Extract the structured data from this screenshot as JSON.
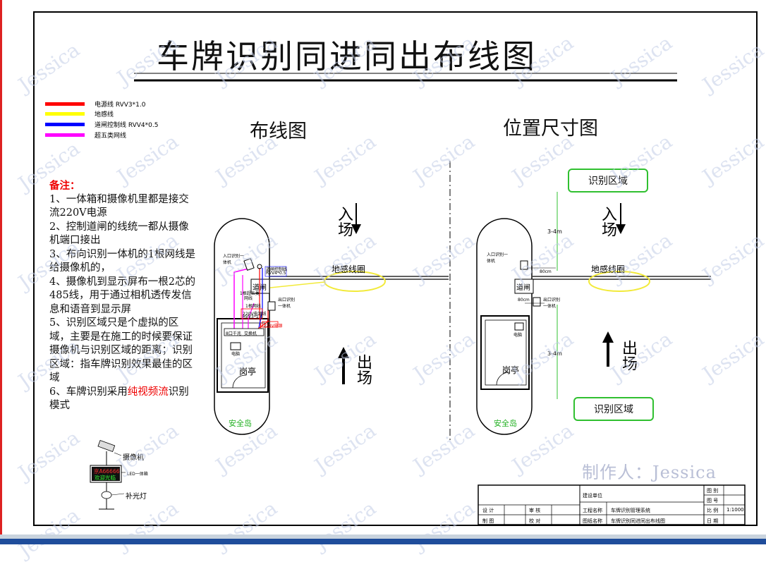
{
  "title": "车牌识别同进同出布线图",
  "legend": [
    {
      "color": "#ff0000",
      "label": "电源线 RVV3*1.0"
    },
    {
      "color": "#ffff00",
      "label": "地感线"
    },
    {
      "color": "#0000ff",
      "label": "道闸控制线 RVV4*0.5"
    },
    {
      "color": "#ff00ff",
      "label": "超五类网线"
    }
  ],
  "notes": {
    "heading": "备注：",
    "items": [
      "1、一体箱和摄像机里都是接交流220V电源",
      "2、控制道闸的线统一都从摄像机端口接出",
      "3、布向识别一体机的1根网线是给摄像机的，",
      "4、摄像机到显示屏布一根2芯的485线，用于通过相机透传发信息和语音到显示屏",
      "5、识别区域只是个虚拟的区域，主要是在施工的时候要保证摄像机与识别区域的距离；识别区域：指车牌识别效果最佳的区域"
    ],
    "item6_prefix": "6、车牌识别采用",
    "item6_highlight": "纯视频流",
    "item6_suffix": "识别模式"
  },
  "wiring_diagram": {
    "title": "布线图",
    "entrance_camera": "入口识别一体机",
    "exit_camera": "出口识别一体机",
    "gate": "道闸",
    "loop": "地感线圈",
    "booth": "岗亭",
    "island": "安全岛",
    "entry": "入场",
    "exit": "出场",
    "label_gate_ctrl": "道闸控制线",
    "label_gate_ctrl_spec": "RVV4*0.5",
    "label_network_1": "1根超五类",
    "label_network_1b": "网线",
    "label_network_2": "1根网线",
    "label_power_a": "220V电源线",
    "label_power_a_spec": "RVV3*1.0",
    "label_power_b": "220V电源",
    "pc": "电脑",
    "switch_a": "8口千兆",
    "switch_b": "交换机"
  },
  "position_diagram": {
    "title": "位置尺寸图",
    "zone_top": "识别区域",
    "zone_bottom": "识别区域",
    "dist_top": "3-4m",
    "dist_bottom": "3-4m",
    "offset_a": "80cm",
    "offset_b": "80cm",
    "entrance_camera": "入口识别一体机",
    "exit_camera": "出口识别一体机",
    "gate": "道闸",
    "loop": "地感线圈",
    "booth": "岗亭",
    "pc": "电脑",
    "island": "安全岛",
    "entry": "入场",
    "exit": "出场"
  },
  "device_illustration": {
    "camera": "摄像机",
    "led": "LED一体箱",
    "light": "补光灯",
    "plate": "京A66666",
    "welcome": "欢迎光临"
  },
  "maker": "制作人：Jessica",
  "watermark": "Jessica",
  "title_block": {
    "build_unit": "建设单位",
    "project_name_label": "工程名称",
    "project_name": "车牌识别管理系统",
    "drawing_name_label": "图纸名称",
    "drawing_name": "车牌识别同进同出布线图",
    "design": "设 计",
    "review": "审 核",
    "draw": "制 图",
    "check": "校 对",
    "drawing_type": "图 别",
    "drawing_no": "图 号",
    "scale_label": "比 例",
    "scale": "1:1000",
    "date": "日 期"
  }
}
